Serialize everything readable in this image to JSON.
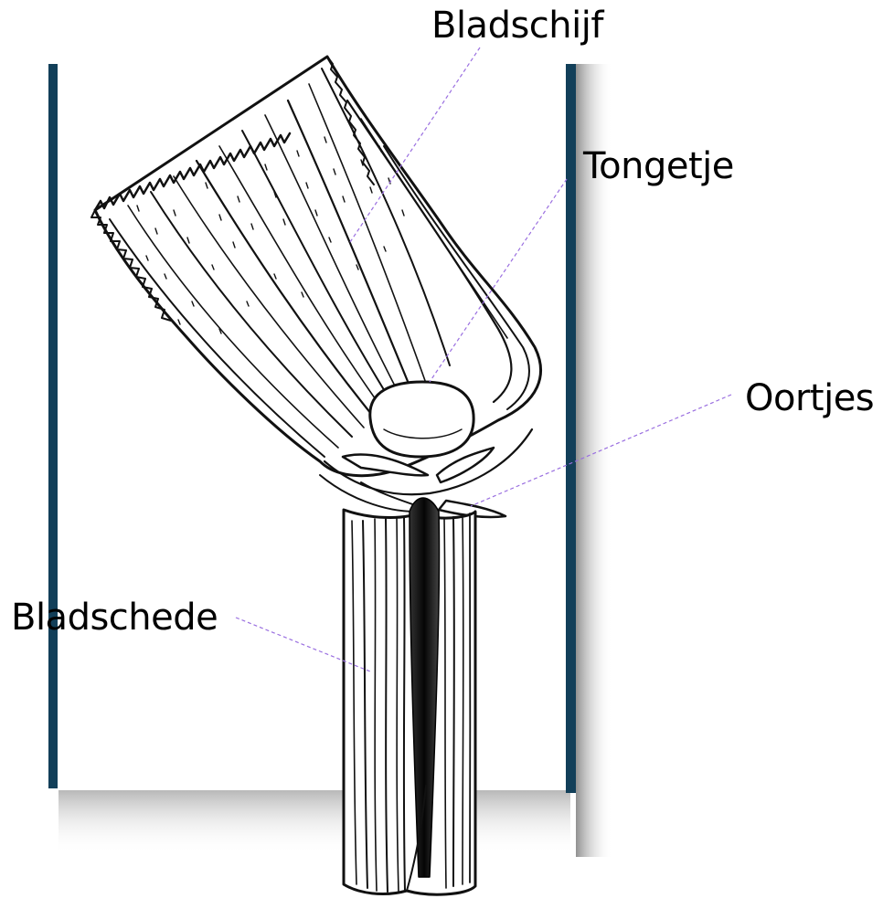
{
  "labels": {
    "blade": "Bladschijf",
    "ligule": "Tongetje",
    "auricles": "Oortjes",
    "sheath": "Bladschede"
  },
  "colors": {
    "frame_bar": "#123f59",
    "frame_shadow": "#8f8f8f",
    "ink": "#111111",
    "leader_line": "#9a6fe0",
    "background": "#ffffff"
  }
}
